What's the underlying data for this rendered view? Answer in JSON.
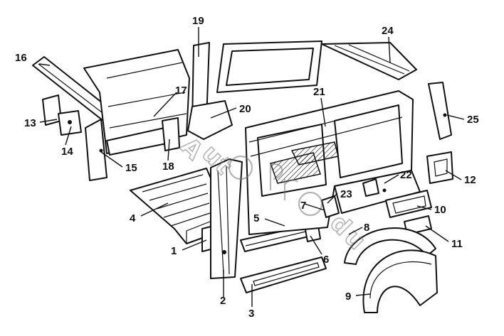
{
  "callouts": [
    "1",
    "2",
    "3",
    "4",
    "5",
    "6",
    "7",
    "8",
    "9",
    "10",
    "11",
    "12",
    "13",
    "14",
    "15",
    "16",
    "17",
    "18",
    "19",
    "20",
    "21",
    "22",
    "23",
    "24",
    "25"
  ],
  "watermark": {
    "brand": "Autoproduct",
    "color": "#777777"
  }
}
